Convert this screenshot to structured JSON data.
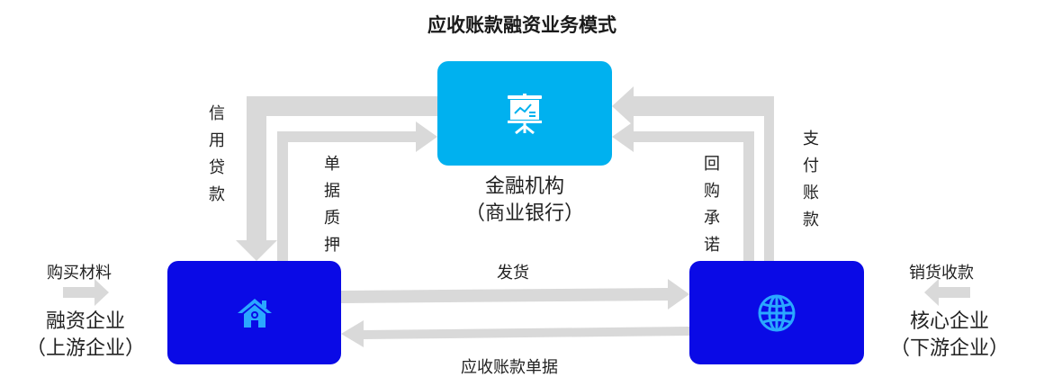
{
  "title": "应收账款融资业务模式",
  "nodes": {
    "bank": {
      "name": "金融机构",
      "sub": "（商业银行）",
      "icon": "presentation-board-icon"
    },
    "supplier": {
      "name": "融资企业",
      "sub": "（上游企业）",
      "icon": "house-icon"
    },
    "core": {
      "name": "核心企业",
      "sub": "（下游企业）",
      "icon": "globe-icon"
    }
  },
  "flows": {
    "credit_loan": "信用贷款",
    "doc_pledge": "单据质押",
    "buyback": "回购承诺",
    "payment": "支付账款",
    "delivery": "发货",
    "receivables_doc": "应收账款单据",
    "buy_materials": "购买材料",
    "sales_collection": "销货收款"
  },
  "colors": {
    "bank_box": "#00b1ef",
    "enterprise_box": "#0a0ae6",
    "arrow": "#d9d9d9",
    "icon_on_blue": "#2aa8ff"
  }
}
